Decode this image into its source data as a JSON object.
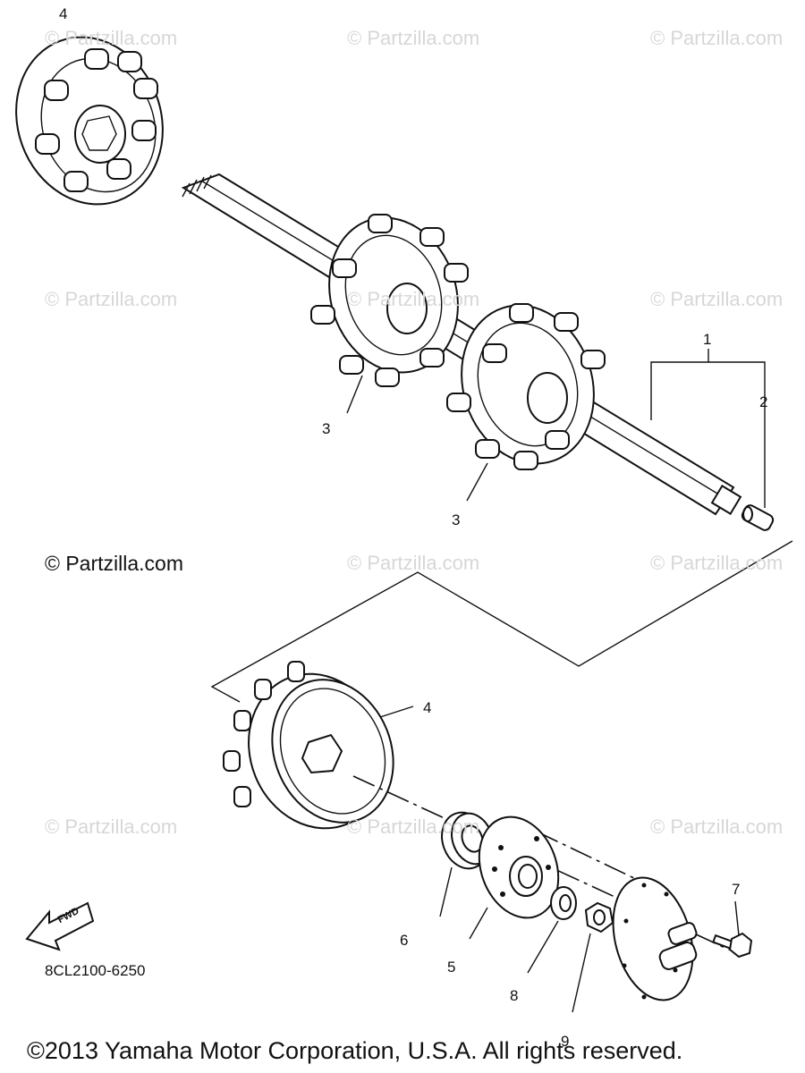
{
  "watermark": "© Partzilla.com",
  "callouts": {
    "c1": "1",
    "c2": "2",
    "c3a": "3",
    "c3b": "3",
    "c4a": "4",
    "c4b": "4",
    "c5": "5",
    "c6": "6",
    "c7": "7",
    "c8": "8",
    "c9": "9"
  },
  "fwd_label": "FWD",
  "diagram_code": "8CL2100-6250",
  "copyright": "©2013 Yamaha Motor Corporation, U.S.A. All rights reserved."
}
